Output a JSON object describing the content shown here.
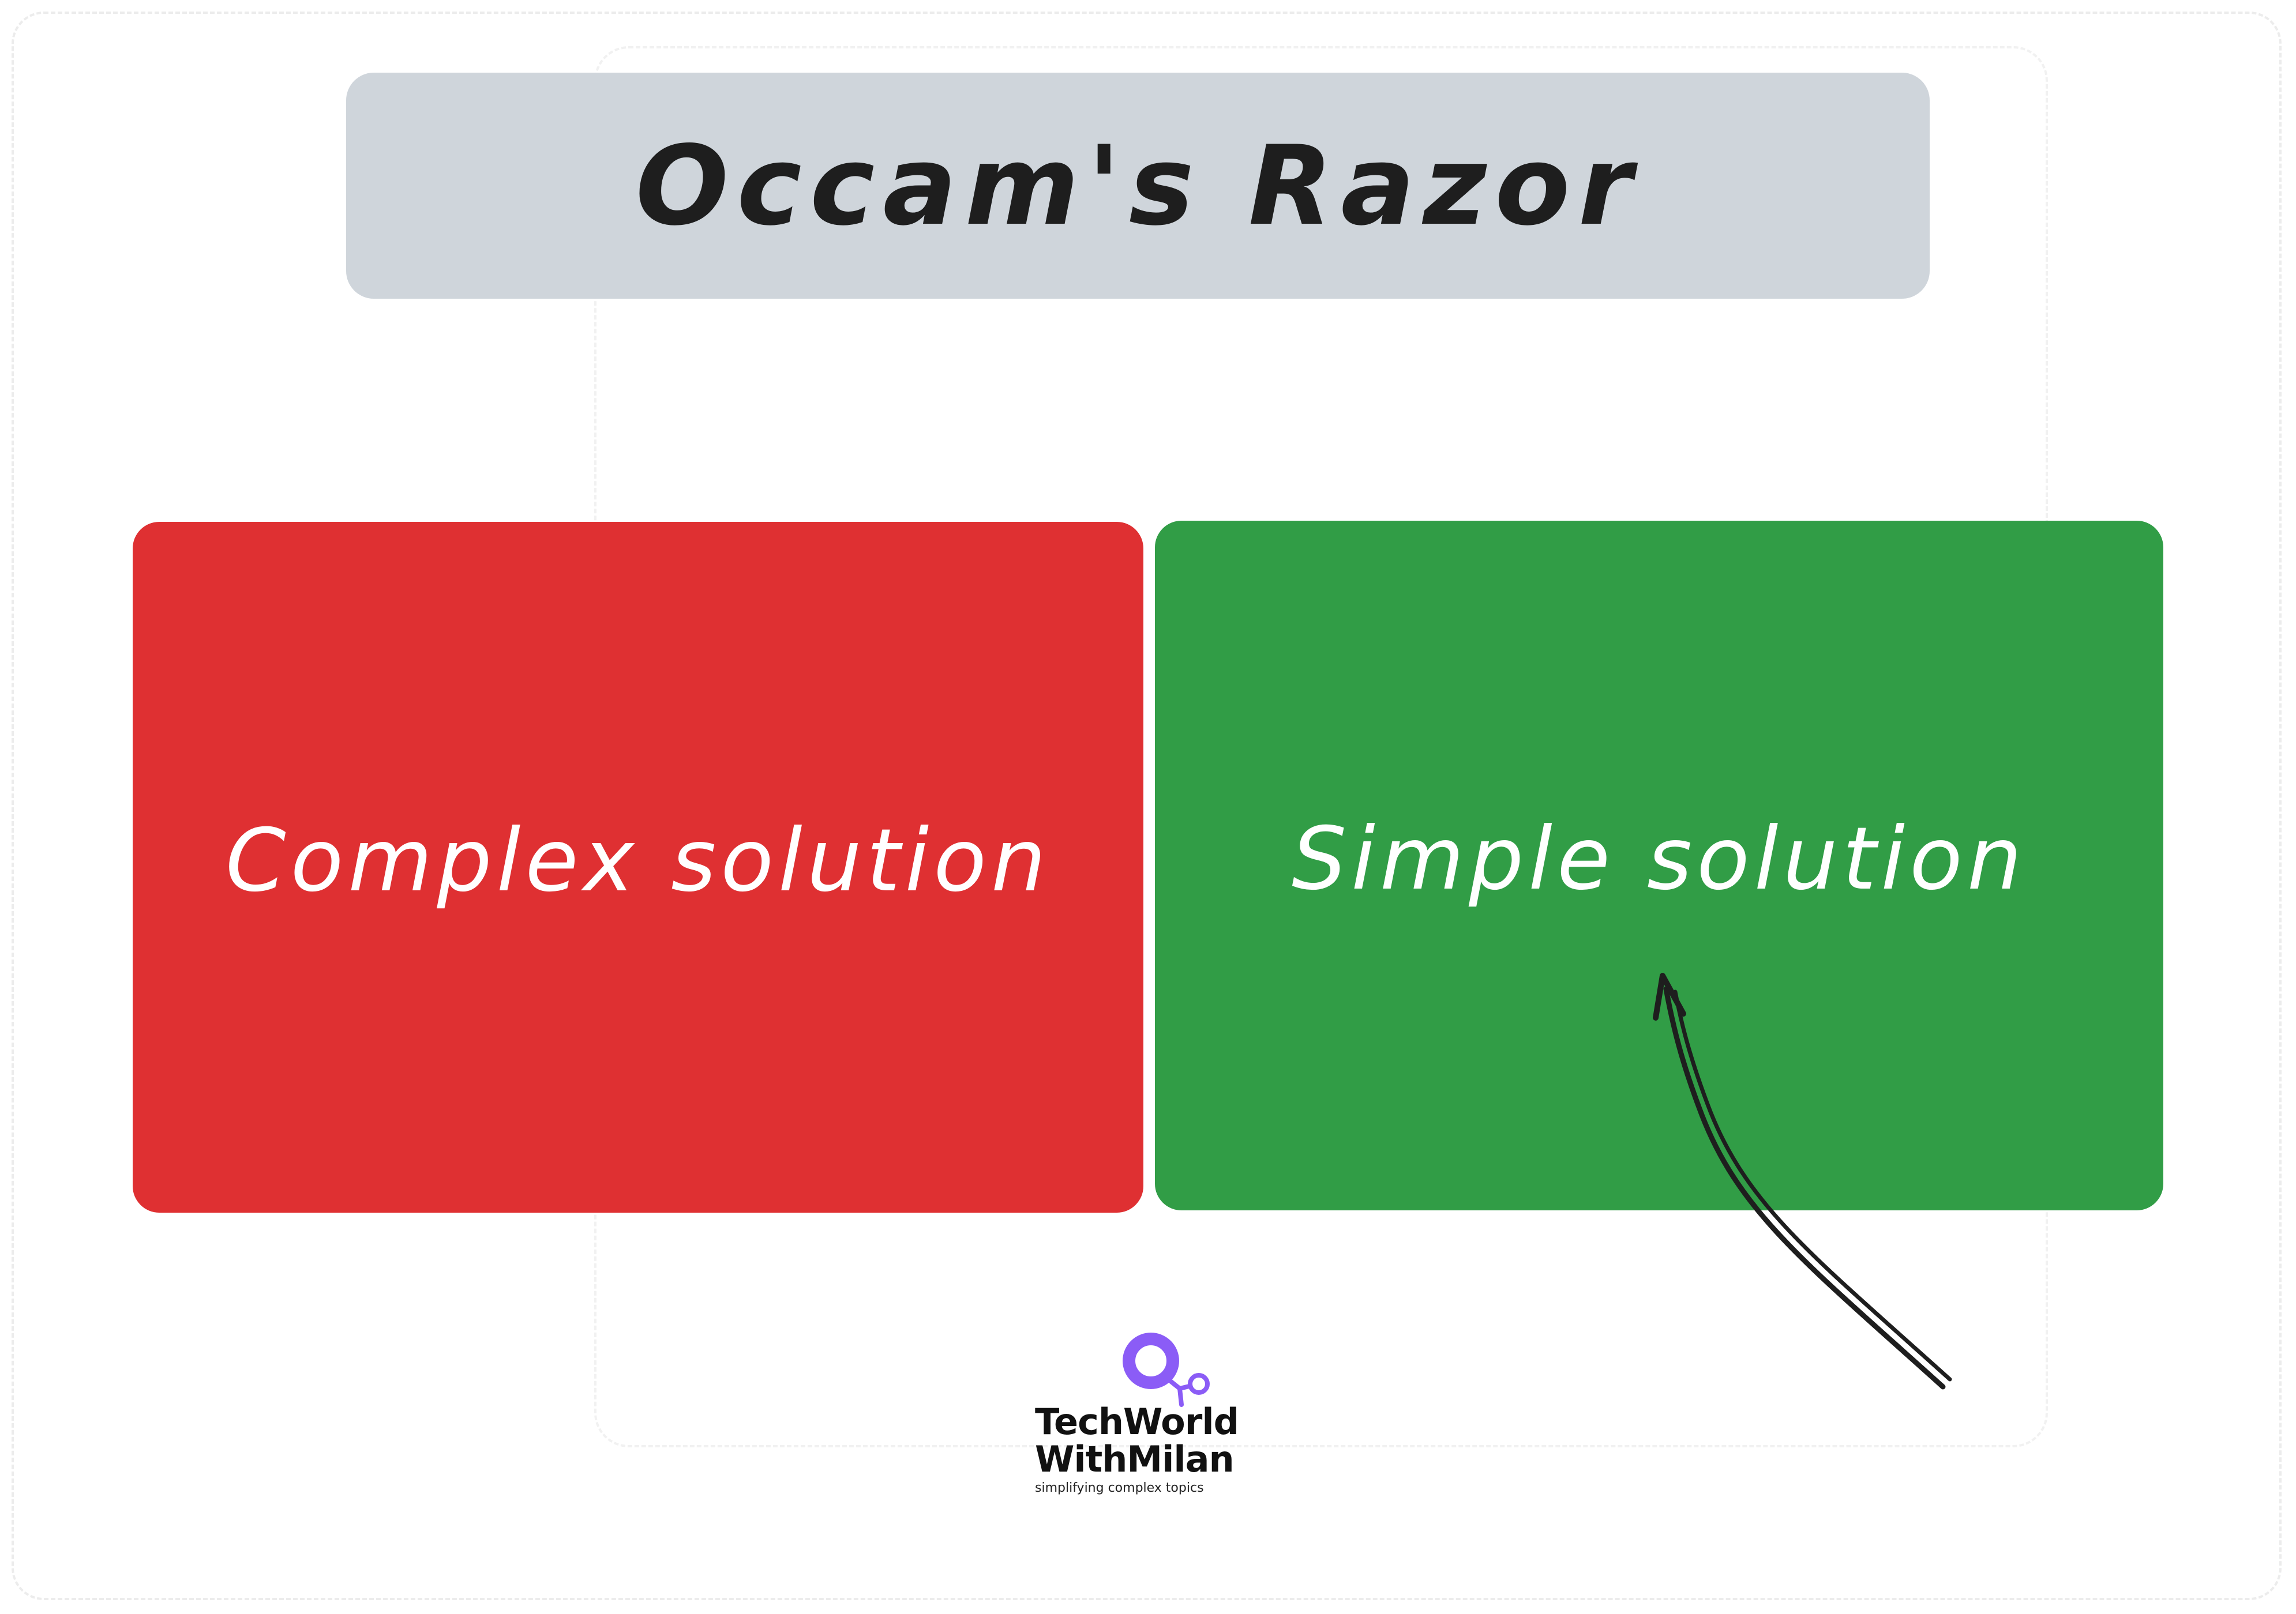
{
  "title": "Occam's Razor",
  "boxes": {
    "complex": {
      "label": "Complex solution",
      "color": "#df3032"
    },
    "simple": {
      "label": "Simple solution",
      "color": "#319d46"
    }
  },
  "title_box_color": "#cfd5db",
  "arrow": {
    "icon": "hand-drawn-arrow-icon",
    "color": "#1e1e1e"
  },
  "logo": {
    "line1": "TechWorld",
    "line2": "WithMilan",
    "tagline": "simplifying complex topics",
    "accent_color": "#8b5cf6"
  }
}
